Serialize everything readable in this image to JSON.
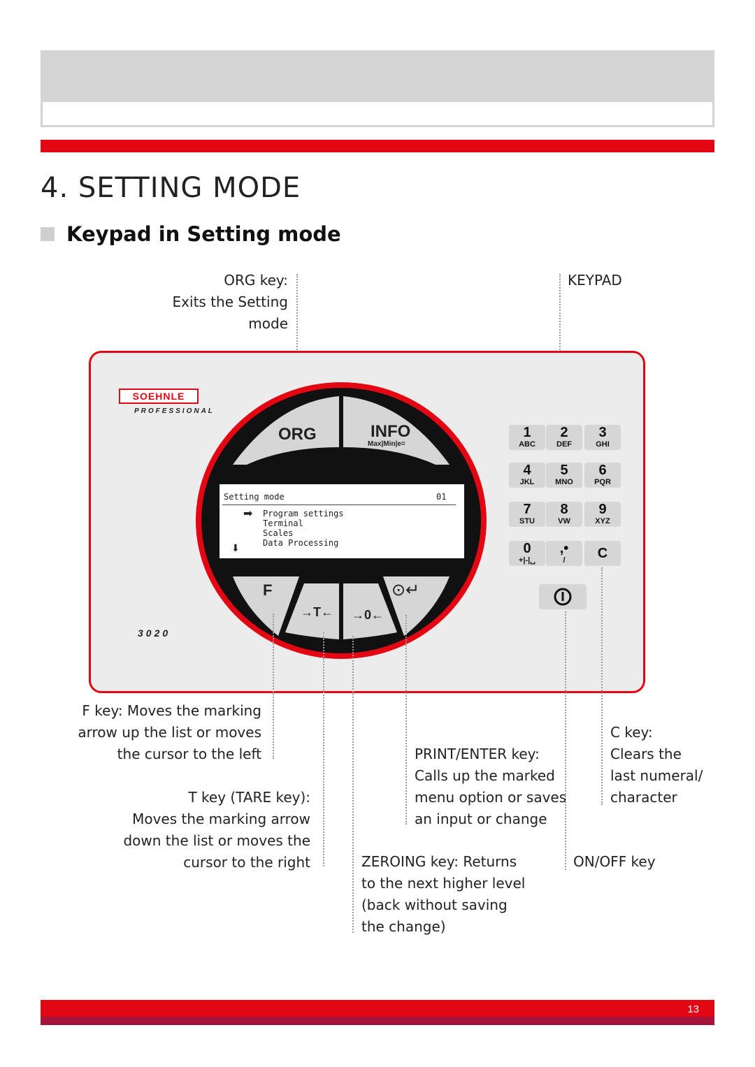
{
  "header": {
    "title": "4. SETTING MODE",
    "subtitle": "Keypad in Setting mode",
    "page_number": "13"
  },
  "labels": {
    "org": [
      "ORG key:",
      "Exits the Setting",
      "mode"
    ],
    "keypad": "KEYPAD",
    "fkey": [
      "F key: Moves the marking",
      "arrow up the list or moves",
      "the cursor to the left"
    ],
    "tkey": [
      "T key (TARE key):",
      "Moves the marking arrow",
      "down the list or moves the",
      "cursor to the right"
    ],
    "print": [
      "PRINT/ENTER key:",
      "Calls up the marked",
      "menu option or saves",
      "an input or change"
    ],
    "zero": [
      "ZEROING key: Returns",
      "to the next higher level",
      "(back without saving",
      "the change)"
    ],
    "ckey": [
      "C key:",
      "Clears the",
      "last numeral/",
      "character"
    ],
    "onoff": "ON/OFF key"
  },
  "device": {
    "brand": "SOEHNLE",
    "brand_sub": "PROFESSIONAL",
    "model": "3020",
    "org_label": "ORG",
    "info_label": "INFO",
    "info_sub": "Max|Min|e=",
    "f_label": "F",
    "t_label": "→T←",
    "zero_label": "→0←",
    "display": {
      "title": "Setting mode",
      "code": "01",
      "items": [
        "Program settings",
        "Terminal",
        "Scales",
        "Data Processing"
      ]
    },
    "keys": [
      {
        "d": "1",
        "s": "ABC"
      },
      {
        "d": "2",
        "s": "DEF"
      },
      {
        "d": "3",
        "s": "GHI"
      },
      {
        "d": "4",
        "s": "JKL"
      },
      {
        "d": "5",
        "s": "MNO"
      },
      {
        "d": "6",
        "s": "PQR"
      },
      {
        "d": "7",
        "s": "STU"
      },
      {
        "d": "8",
        "s": "VW"
      },
      {
        "d": "9",
        "s": "XYZ"
      },
      {
        "d": "0",
        "s": "+|-|␣"
      },
      {
        "d": ",•",
        "s": "/"
      },
      {
        "d": "C",
        "s": ""
      }
    ]
  }
}
